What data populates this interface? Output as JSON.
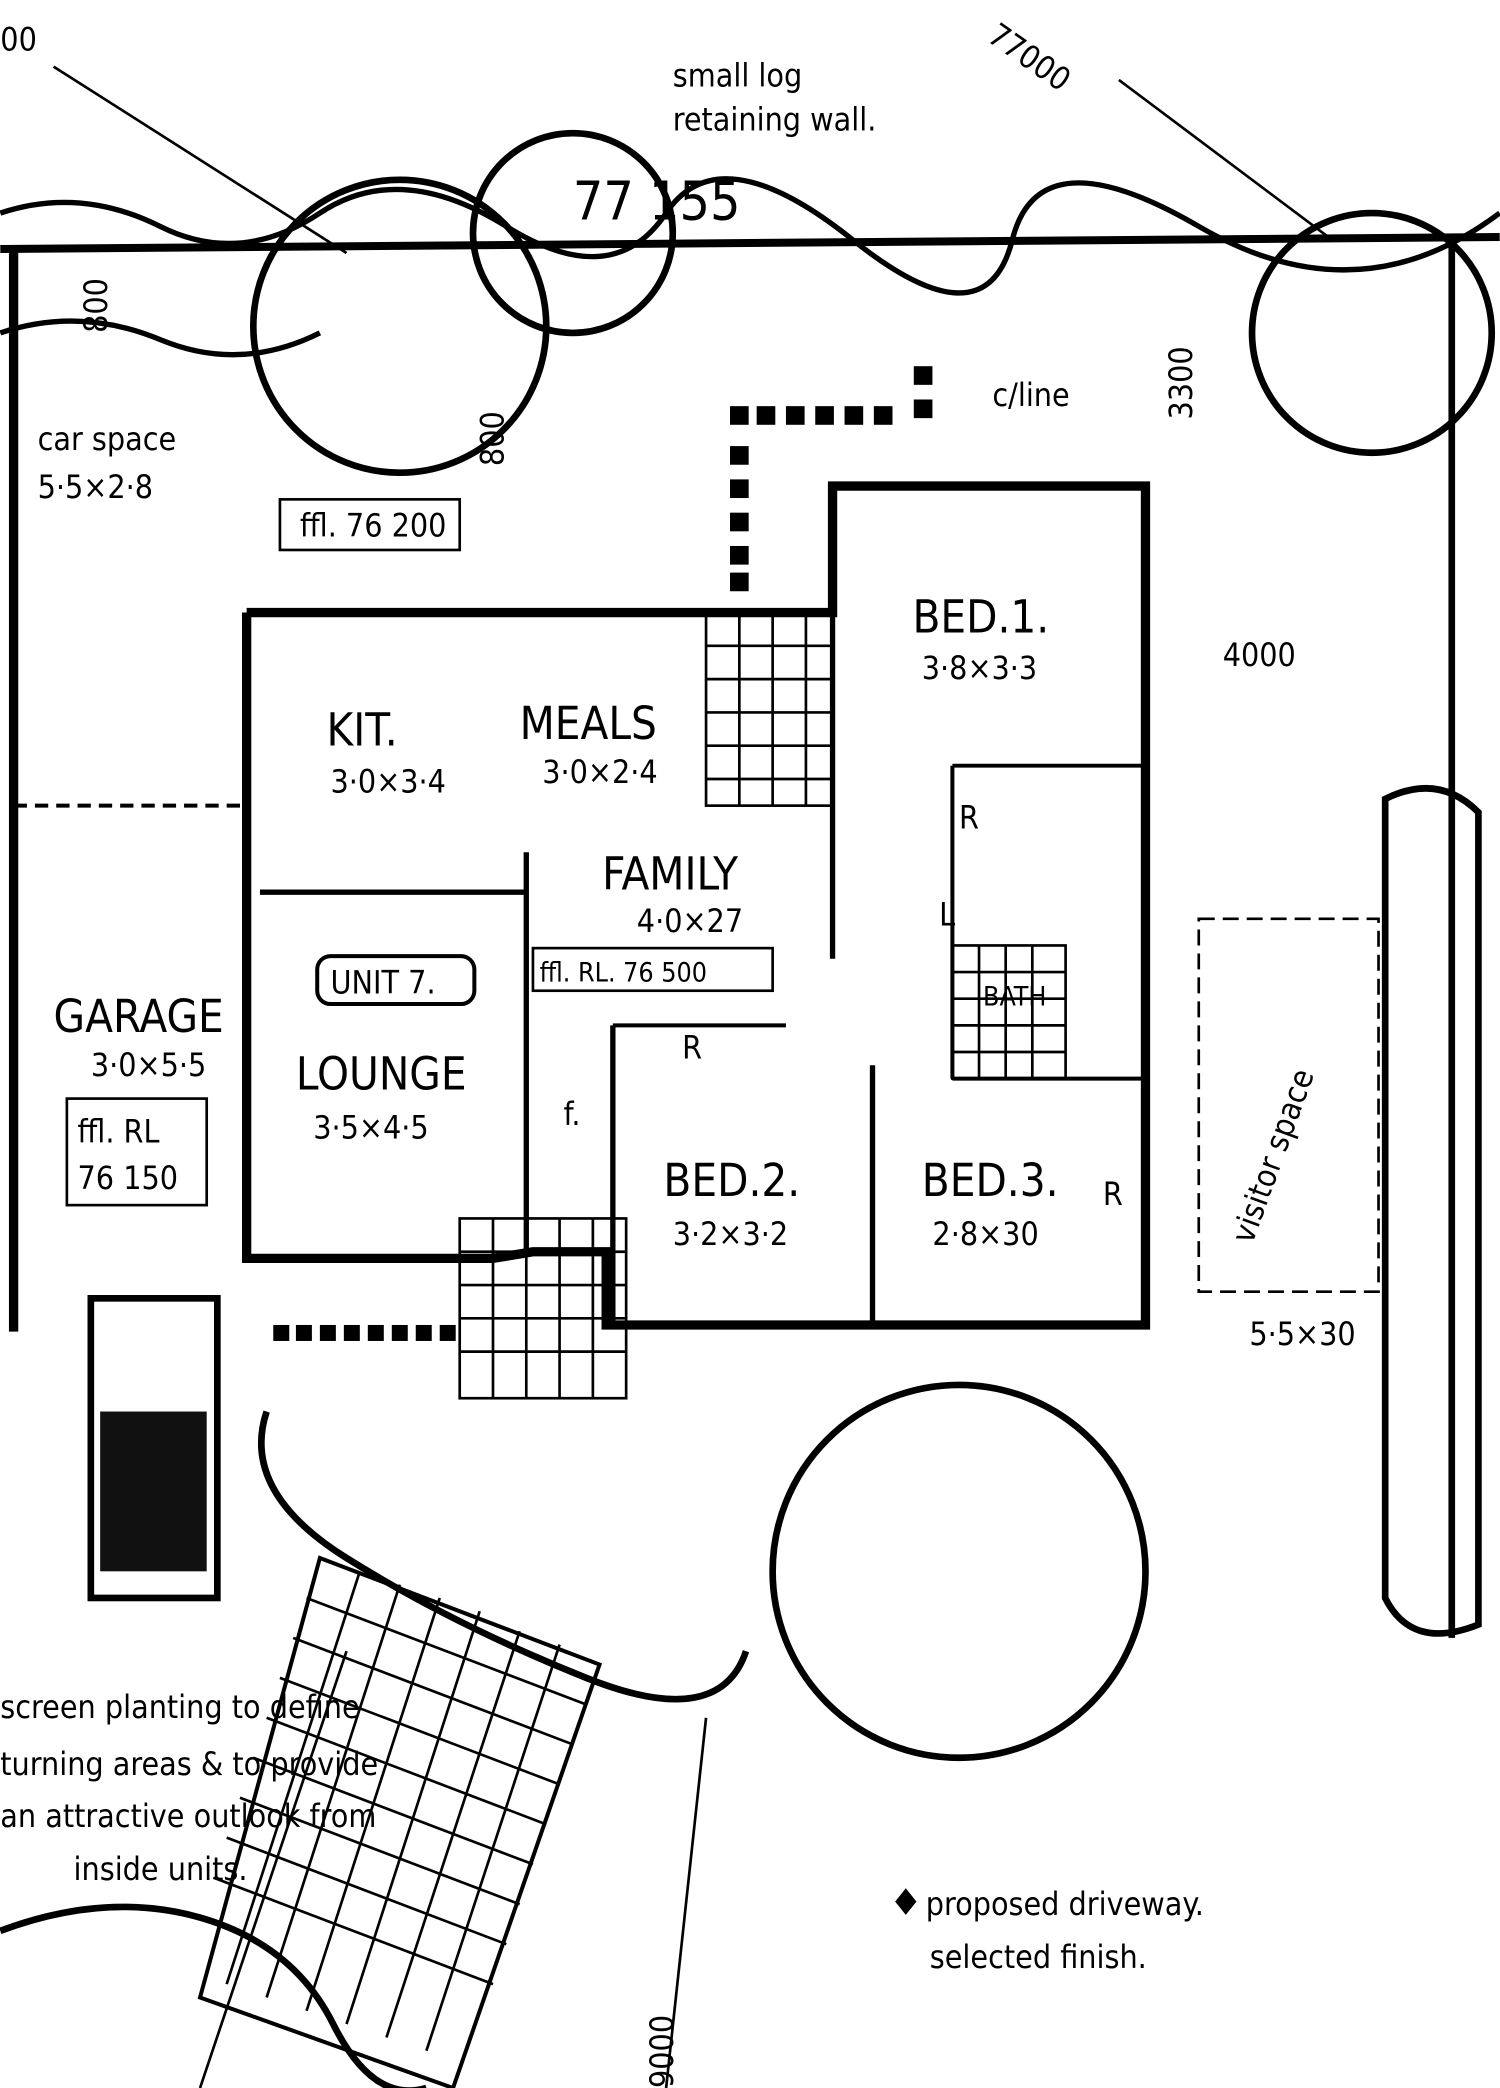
{
  "annotations": {
    "corner_partial": "00",
    "retaining_wall_1": "small log",
    "retaining_wall_2": "retaining wall.",
    "level_top": "77000",
    "level_155": "77 155",
    "centre_line": "c/line",
    "dim_3300": "3300",
    "dim_800": "800",
    "dim_800_small": "800",
    "dim_4000": "4000",
    "dim_9000": "9000",
    "driveway_1": "proposed driveway.",
    "driveway_2": "selected finish.",
    "screen_1": "screen planting to define",
    "screen_2": "turning areas & to provide",
    "screen_3": "an attractive outlook from",
    "screen_4": "inside units."
  },
  "rooms": {
    "car_space": {
      "name": "car space",
      "size": "5·5×2·8"
    },
    "ffl_car": "ffl. 76 200",
    "bed1": {
      "name": "BED.1.",
      "size": "3·8×3·3"
    },
    "kit": {
      "name": "KIT.",
      "size": "3·0×3·4"
    },
    "meals": {
      "name": "MEALS",
      "size": "3·0×2·4"
    },
    "family": {
      "name": "FAMILY",
      "size": "4·0×27",
      "ffl": "ffl. RL. 76 500"
    },
    "unit": "UNIT 7.",
    "lounge": {
      "name": "LOUNGE",
      "size": "3·5×4·5"
    },
    "garage": {
      "name": "GARAGE",
      "size": "3·0×5·5",
      "ffl1": "ffl. RL",
      "ffl2": "76 150"
    },
    "bath": "BATH",
    "bed2": {
      "name": "BED.2.",
      "size": "3·2×3·2"
    },
    "bed3": {
      "name": "BED.3.",
      "size": "2·8×30"
    },
    "visitor": {
      "name": "visitor space",
      "size": "5·5×30"
    },
    "robe": "R",
    "linen": "L",
    "fridge": "f."
  }
}
